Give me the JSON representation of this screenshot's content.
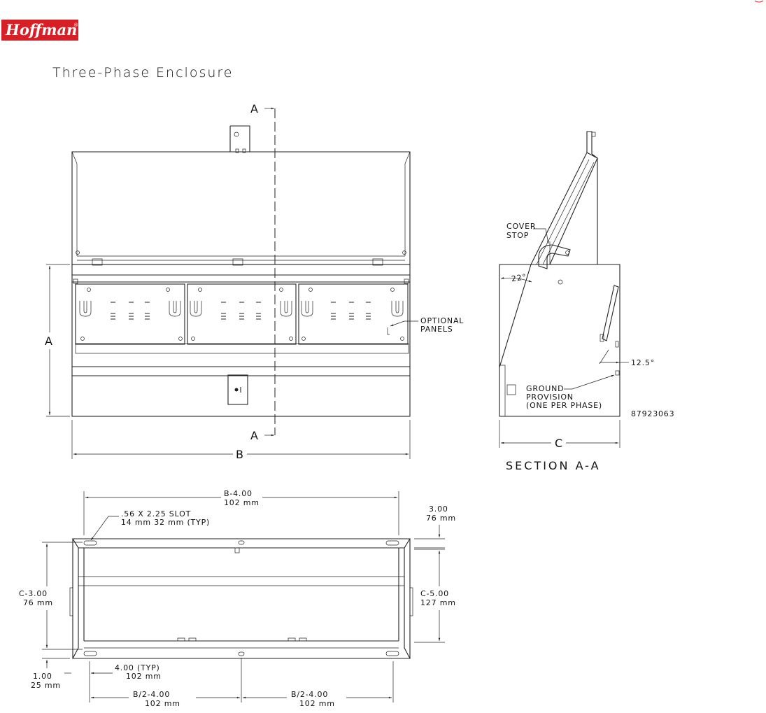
{
  "brand": {
    "name": "Hoffman",
    "reg_mark": "®",
    "color": "#d61f26"
  },
  "title": "Three-Phase Enclosure",
  "front_view": {
    "section_mark": "A",
    "dim_a": "A",
    "dim_b": "B",
    "optional_panels": [
      "OPTIONAL",
      "PANELS"
    ]
  },
  "section_view": {
    "cover_stop": [
      "COVER",
      "STOP"
    ],
    "angle_cover": "22°",
    "angle_panel": "12.5°",
    "ground": [
      "GROUND",
      "PROVISION",
      "(ONE PER PHASE)"
    ],
    "part_number": "87923063",
    "dim_c": "C",
    "caption": "SECTION A-A"
  },
  "bottom_view": {
    "top_dim": [
      "B-4.00",
      "102 mm"
    ],
    "slot": [
      ".56 X 2.25 SLOT",
      "14 mm 32 mm (TYP)"
    ],
    "right_top": [
      "3.00",
      "76 mm"
    ],
    "left_dim": [
      "C-3.00",
      "76 mm"
    ],
    "right_dim": [
      "C-5.00",
      "127 mm"
    ],
    "bottom_left": [
      "1.00",
      "25 mm"
    ],
    "typ": [
      "4.00 (TYP)",
      "102 mm"
    ],
    "half_left": [
      "B/2-4.00",
      "102 mm"
    ],
    "half_right": [
      "B/2-4.00",
      "102 mm"
    ]
  }
}
